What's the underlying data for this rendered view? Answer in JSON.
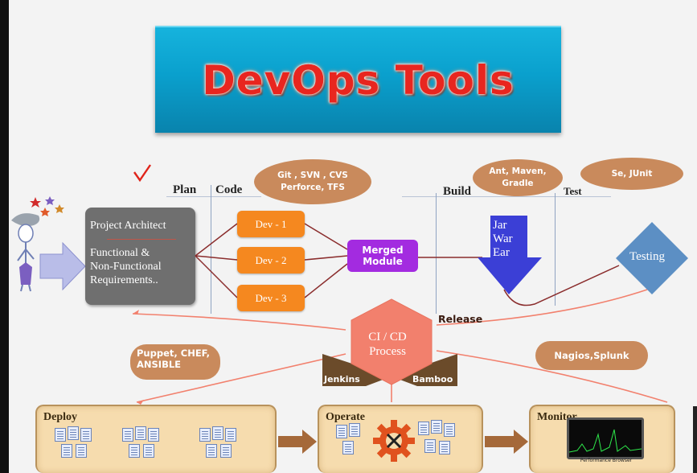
{
  "banner": {
    "title": "DevOps Tools"
  },
  "headers": {
    "plan": "Plan",
    "code": "Code",
    "build": "Build",
    "test": "Test"
  },
  "bubbles": {
    "code_tools": "Git , SVN , CVS\nPerforce, TFS",
    "build_tools": "Ant, Maven,\nGradle",
    "test_tools": "Se, JUnit"
  },
  "project_architect": {
    "title": "Project Architect",
    "requirements": "Functional &\nNon-Functional\nRequirements.."
  },
  "devs": [
    "Dev - 1",
    "Dev - 2",
    "Dev - 3"
  ],
  "merged": "Merged\nModule",
  "artifacts": "Jar\nWar\nEar",
  "testing": "Testing",
  "cicd": {
    "label": "CI / CD\nProcess",
    "release": "Release",
    "jenkins": "Jenkins",
    "bamboo": "Bamboo"
  },
  "tags": {
    "config": "Puppet, CHEF,\nANSIBLE",
    "monitoring": "Nagios,Splunk"
  },
  "stages": [
    "Deploy",
    "Operate",
    "Monitor"
  ],
  "monitor_caption": "Performance Browser",
  "colors": {
    "banner": "#0aa0cd",
    "title": "#e8261f",
    "orange": "#f5881f",
    "purple": "#a32be0",
    "blue": "#3b3fd6",
    "steel": "#5c8fc4",
    "salmon": "#f2806d",
    "tan": "#c98a5c",
    "stage": "#f6dcae",
    "gray": "#6f6f6f"
  }
}
